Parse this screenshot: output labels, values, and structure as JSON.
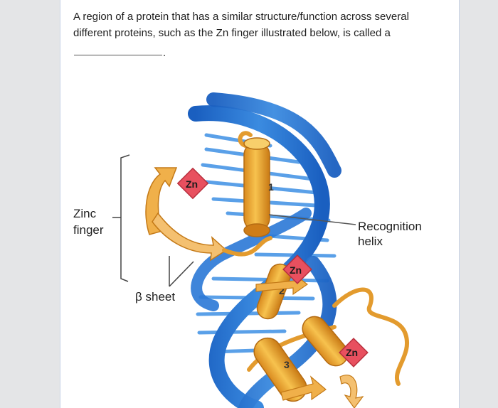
{
  "question": {
    "text": "A region of a protein that has a similar structure/function across several different proteins, such as the Zn finger illustrated below, is called a",
    "blank_suffix": "."
  },
  "figure": {
    "labels": {
      "zinc_finger_line1": "Zinc",
      "zinc_finger_line2": "finger",
      "beta_sheet": "β sheet",
      "recognition_line1": "Recognition",
      "recognition_line2": "helix"
    },
    "zn_badges": [
      "Zn",
      "Zn",
      "Zn"
    ],
    "helix_numbers": [
      "1",
      "2",
      "3"
    ],
    "colors": {
      "dna_blue": "#1f6fd0",
      "dna_light": "#4a9be6",
      "helix_orange": "#f3b23c",
      "helix_dark": "#d88a1e",
      "sheet_tan": "#f0c98a",
      "zn_red": "#e84a5f"
    }
  }
}
